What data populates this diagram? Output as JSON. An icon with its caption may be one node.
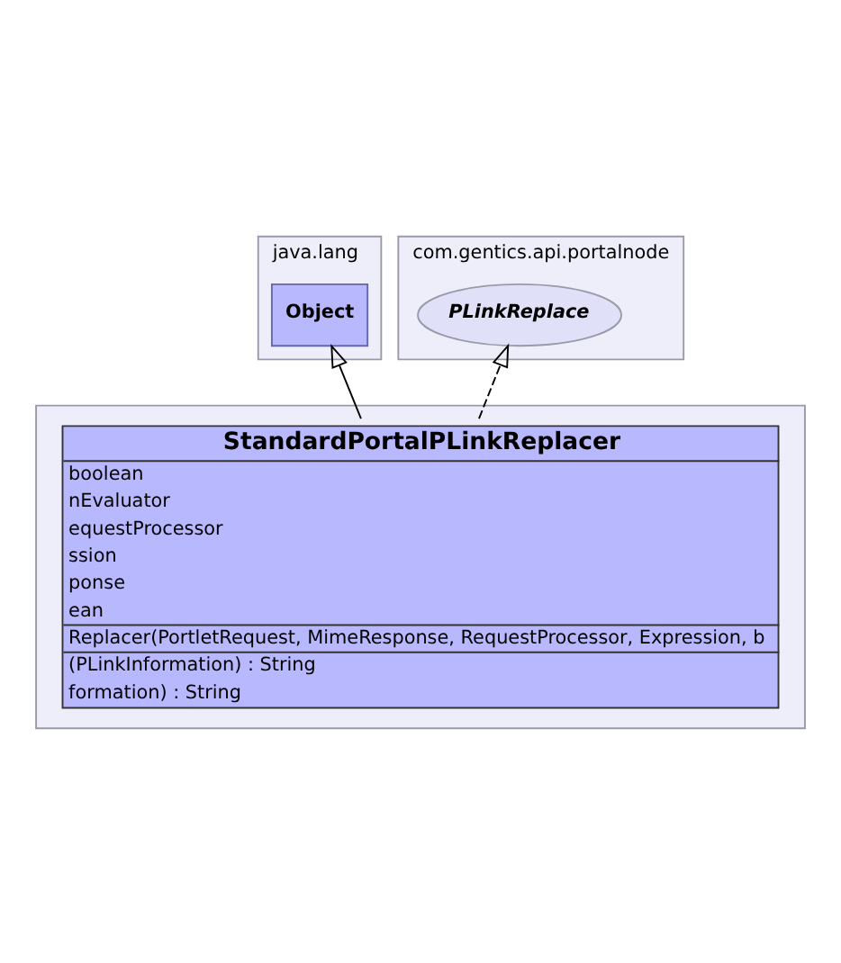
{
  "diagram": {
    "nodes": [
      {
        "text": [
          "java.lang"
        ]
      },
      {
        "text": [
          "Object"
        ],
        "in": 0
      },
      {
        "text": [
          "com.gentics.api.portalnode"
        ]
      },
      {
        "text": [
          "PLinkReplace"
        ],
        "in": 2
      },
      {
        "text": [],
        "shape": "box"
      },
      {
        "text": [
          "StandardPortalPLinkReplacer",
          "boolean",
          "nEvaluator",
          "equestProcessor",
          "ssion",
          "ponse",
          "ean",
          "Replacer(PortletRequest, MimeResponse, RequestProcessor, Expression, b",
          "(PLinkInformation) : String",
          "formation) : String"
        ],
        "in": 4
      }
    ],
    "edges": [
      {
        "from": 5,
        "to": 1,
        "arrow": "to"
      },
      {
        "from": 5,
        "to": 3,
        "arrow": "to",
        "style": "dashed"
      }
    ]
  }
}
